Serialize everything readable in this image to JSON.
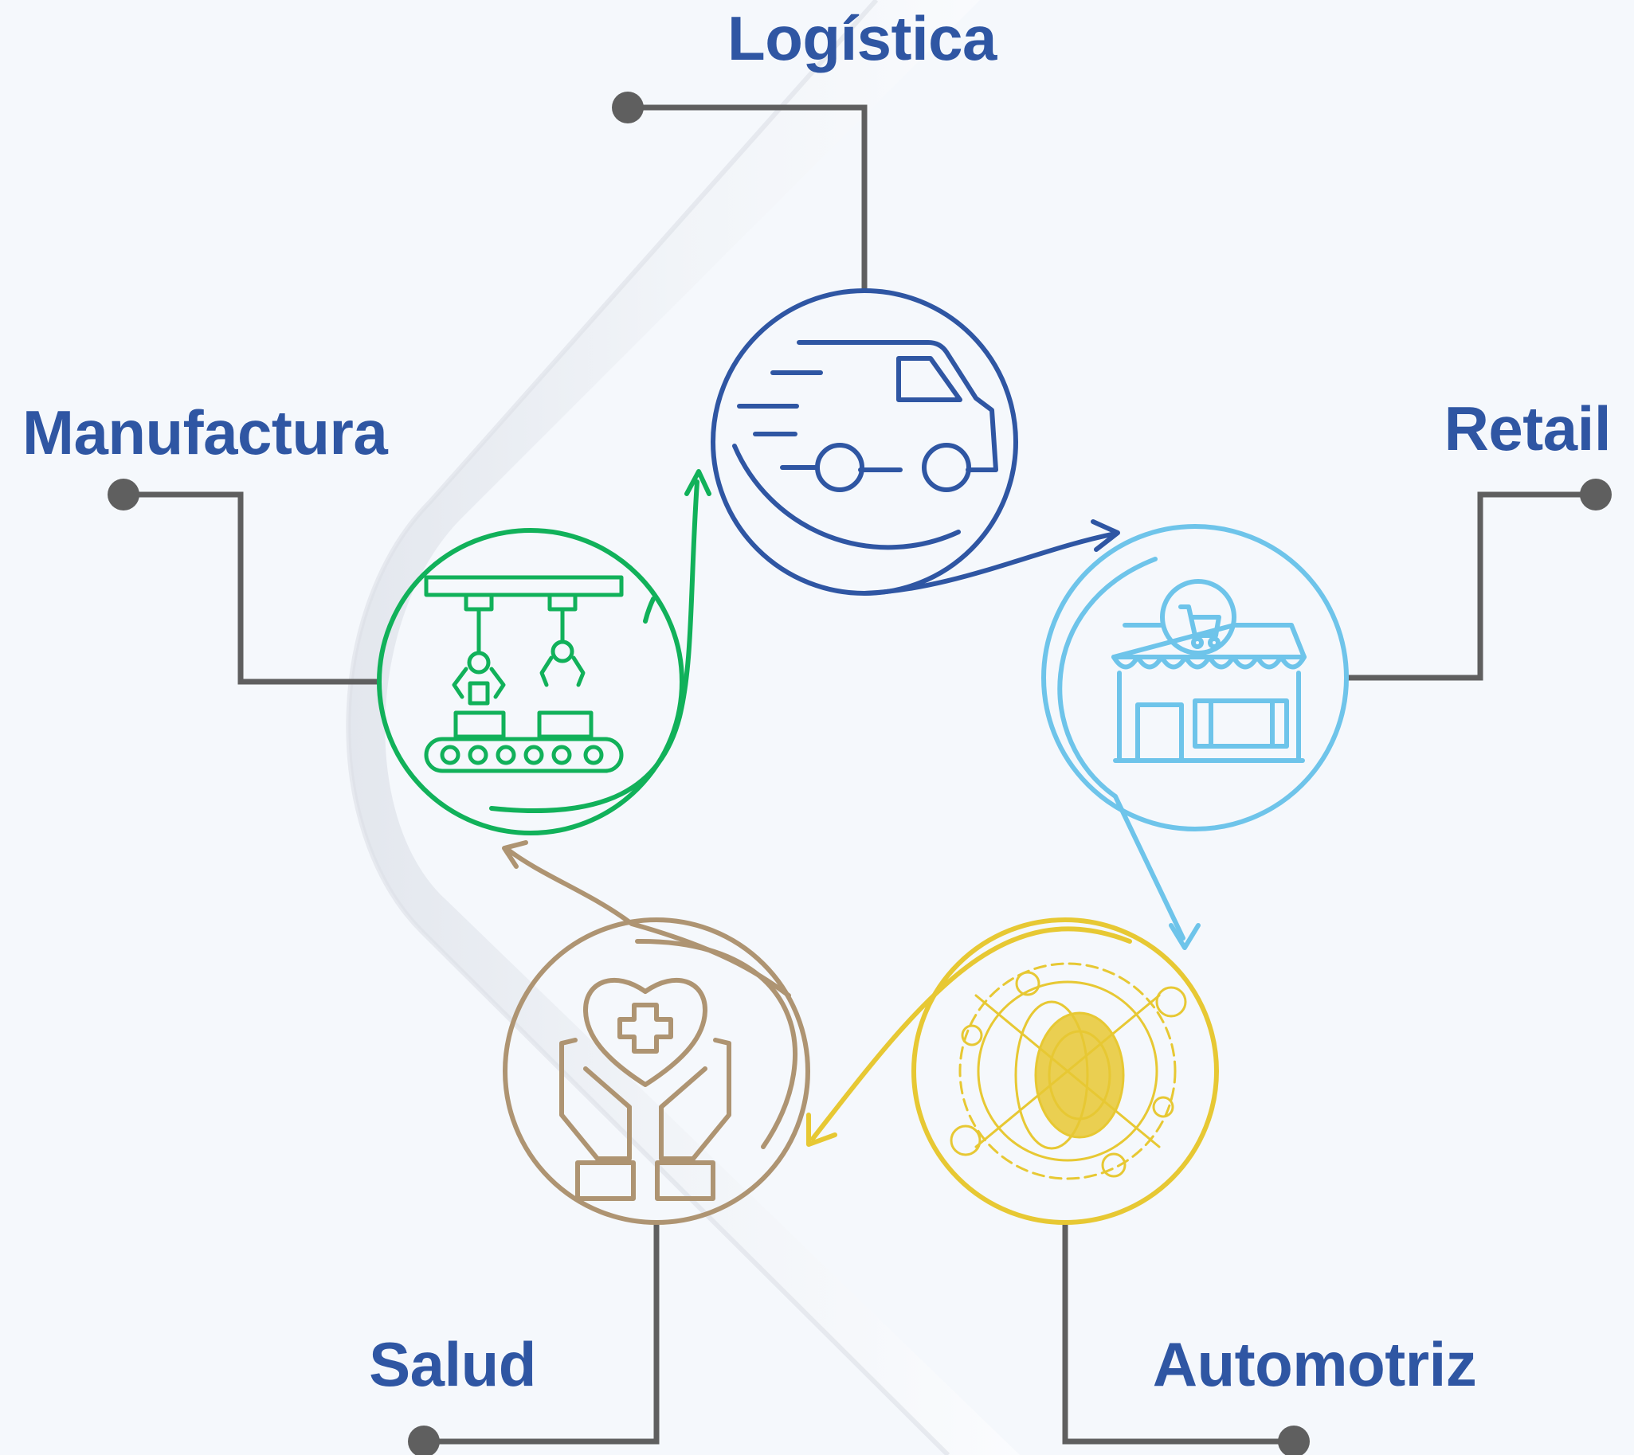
{
  "colors": {
    "background": "#f5f8fc",
    "connector": "#5f5f5f",
    "label": "#2f56a3",
    "logistica": "#2f56a3",
    "retail": "#6ec4ea",
    "automotriz": "#e7c833",
    "salud": "#ae9472",
    "manufactura": "#11b15a"
  },
  "sectors": {
    "logistica": {
      "label": "Logística",
      "icon": "delivery-truck-icon"
    },
    "retail": {
      "label": "Retail",
      "icon": "storefront-cart-icon"
    },
    "automotriz": {
      "label": "Automotriz",
      "icon": "gear-wheel-wrench-icon"
    },
    "salud": {
      "label": "Salud",
      "icon": "hands-heart-cross-icon"
    },
    "manufactura": {
      "label": "Manufactura",
      "icon": "robotic-arm-conveyor-icon"
    }
  },
  "flow": [
    "logistica",
    "retail",
    "automotriz",
    "salud",
    "manufactura",
    "logistica"
  ]
}
